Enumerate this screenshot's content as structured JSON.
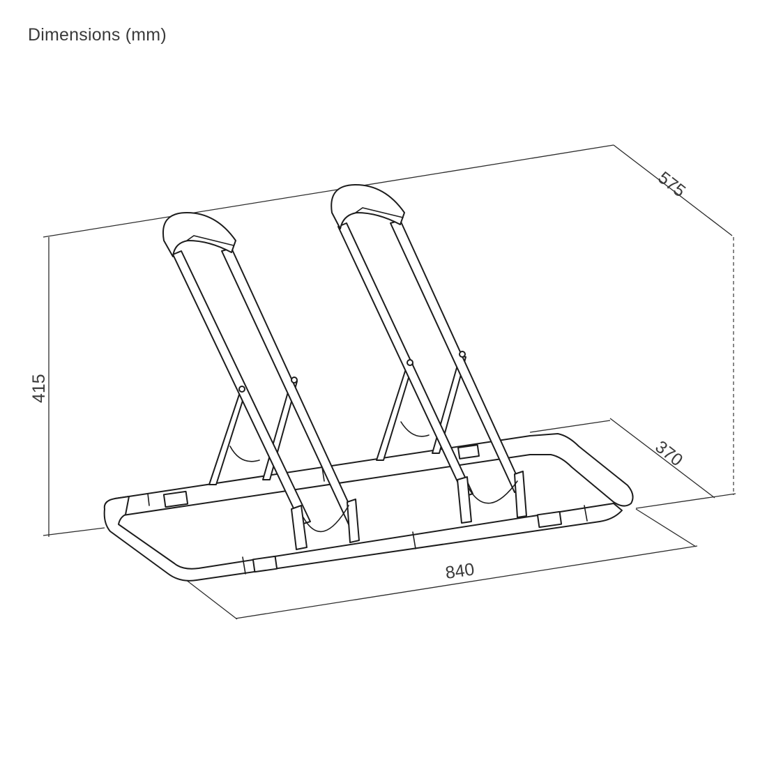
{
  "title": "Dimensions (mm)",
  "dimensions": {
    "width": "840",
    "depth": "370",
    "length": "575",
    "height": "415"
  }
}
